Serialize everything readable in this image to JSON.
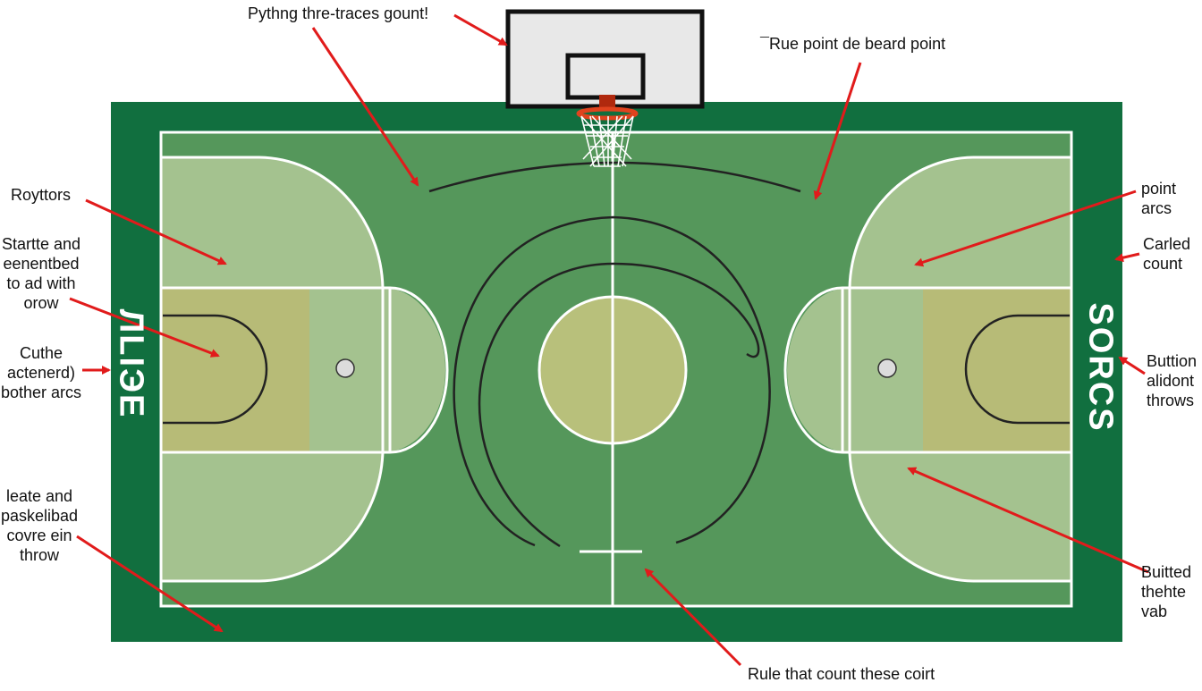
{
  "colors": {
    "outer_border": "#116f3f",
    "court": "#55975b",
    "key_zone": "#a4c28f",
    "paint": "#b7bb77",
    "center_circle": "#b8c07b",
    "lines": "#ffffff",
    "arcs": "#222222",
    "arrows": "#e11b1b",
    "backboard": "#e8e8e8",
    "rim": "#e0431e"
  },
  "labels": {
    "top_left": "Pythng thre-traces gount!",
    "top_right": "¯Rue point de beard point",
    "left_1": "Royttors",
    "left_2": "Startte and\neenentbed\nto ad with\norow",
    "left_3": "Cuthe\nactenerd)\nbother arcs",
    "left_4": "leate and\npaskelibad\ncovre ein\nthrow",
    "right_1": "point\narcs",
    "right_2": "Carled\ncount",
    "right_3": "Buttion\nalidont\nthrows",
    "right_4": "Buitted\nthehte\nvab",
    "bottom": "Rule that count these coirt"
  },
  "side_words": {
    "left": "ЛLIЭE",
    "right": "SORCS"
  },
  "icons": {
    "backboard": "backboard-icon",
    "hoop": "hoop-net-icon"
  }
}
